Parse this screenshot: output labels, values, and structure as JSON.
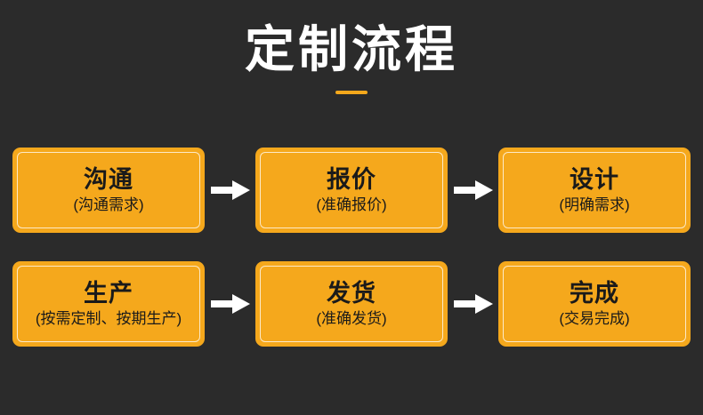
{
  "page": {
    "background_color": "#2b2b2b",
    "accent_color": "#f5a81c",
    "card_text_color": "#1a1a1a",
    "title_color": "#ffffff"
  },
  "header": {
    "title": "定制流程"
  },
  "flow": {
    "rows": [
      {
        "steps": [
          {
            "title": "沟通",
            "subtitle": "(沟通需求)"
          },
          {
            "title": "报价",
            "subtitle": "(准确报价)"
          },
          {
            "title": "设计",
            "subtitle": "(明确需求)"
          }
        ]
      },
      {
        "steps": [
          {
            "title": "生产",
            "subtitle": "(按需定制、按期生产)"
          },
          {
            "title": "发货",
            "subtitle": "(准确发货)"
          },
          {
            "title": "完成",
            "subtitle": "(交易完成)"
          }
        ]
      }
    ]
  }
}
